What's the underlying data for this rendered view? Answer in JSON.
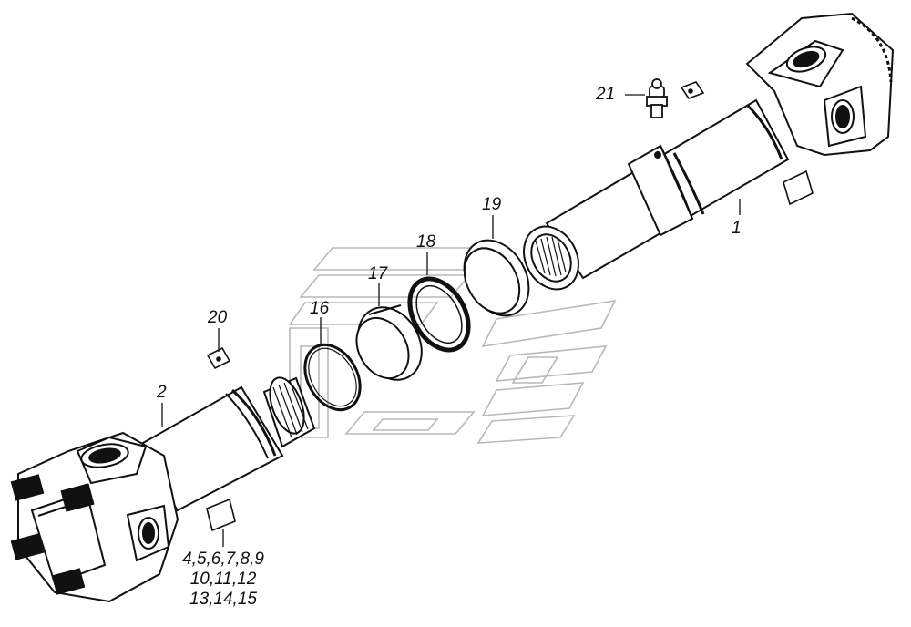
{
  "diagram": {
    "colors": {
      "ink": "#111111",
      "paper": "#ffffff",
      "watermark": "#b8b8b8"
    },
    "callouts": {
      "c1": "1",
      "c2": "2",
      "c16": "16",
      "c17": "17",
      "c18": "18",
      "c19": "19",
      "c20": "20",
      "c21": "21",
      "c4_line1": "4,5,6,7,8,9",
      "c4_line2": "10,11,12",
      "c4_line3": "13,14,15"
    }
  }
}
